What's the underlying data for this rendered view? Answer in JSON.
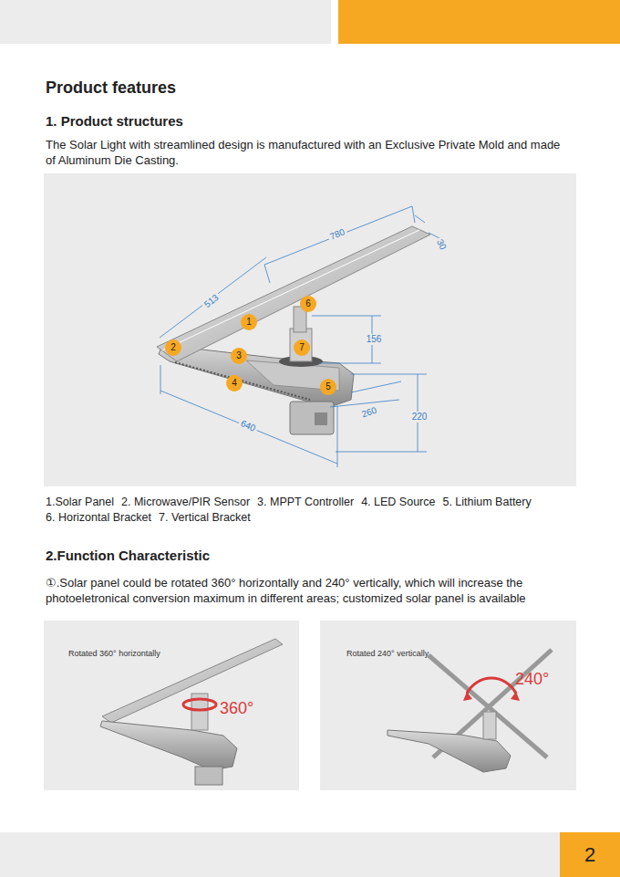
{
  "diagram": {
    "title": "Product features",
    "labels": [
      "1. Product structures",
      "The Solar Light with streamlined design is manufactured with an Exclusive Private Mold and made of Aluminum Die Casting.",
      "780",
      "30",
      "513",
      "156",
      "220",
      "260",
      "640",
      "1",
      "2",
      "3",
      "4",
      "5",
      "6",
      "7",
      "1.Solar Panel",
      "2. Microwave/PIR Sensor",
      "3. MPPT Controller",
      "4. LED Source",
      "5. Lithium Battery",
      "6. Horizontal Bracket",
      "7. Vertical Bracket",
      "2.Function Characteristic",
      "①.Solar panel could be rotated 360° horizontally and 240° vertically, which will increase the photoeletronical conversion maximum in different areas; customized solar panel is available",
      "Rotated 360° horizontally",
      "360°",
      "Rotated 240° vertically",
      "240°",
      "2"
    ]
  }
}
